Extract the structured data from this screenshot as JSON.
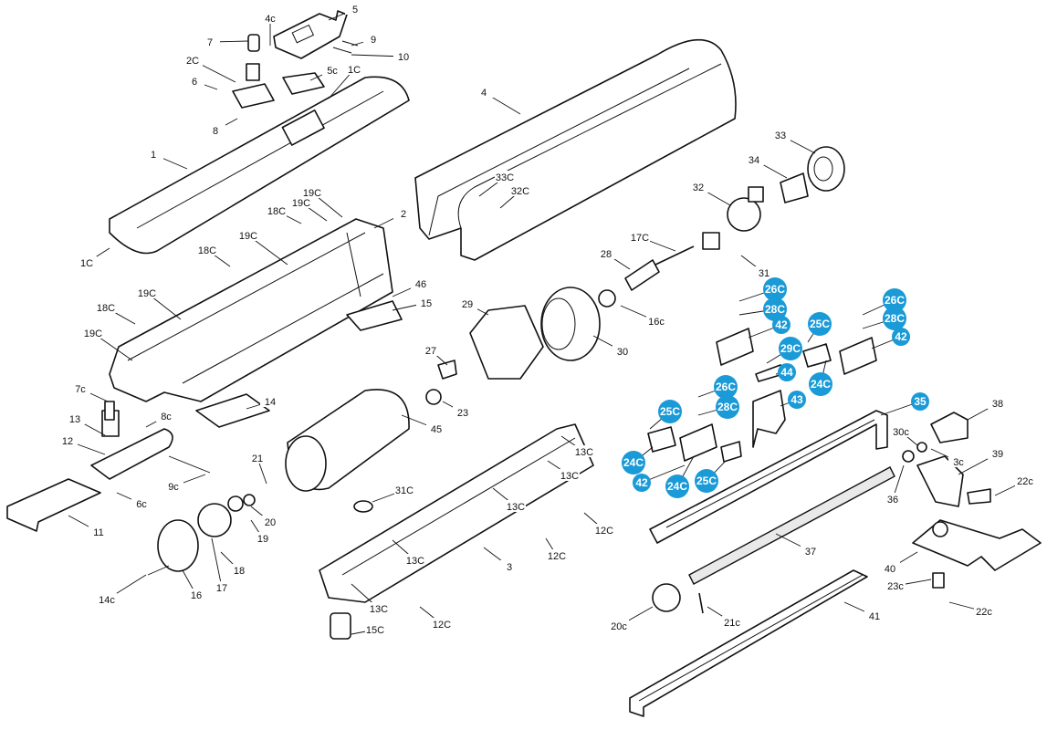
{
  "title": "Exploded parts diagram",
  "badge_color": "#1a9ad6",
  "labels": [
    "5",
    "4c",
    "7",
    "9",
    "10",
    "2C",
    "5c",
    "1C",
    "6",
    "8",
    "4",
    "1",
    "33",
    "34",
    "33C",
    "32C",
    "19C",
    "19C",
    "18C",
    "2",
    "32",
    "17C",
    "19C",
    "18C",
    "28",
    "31",
    "1C",
    "46",
    "19C",
    "15",
    "29",
    "18C",
    "16c",
    "19C",
    "27",
    "30",
    "7c",
    "14",
    "23",
    "13",
    "8c",
    "45",
    "12",
    "21",
    "9c",
    "13C",
    "13C",
    "13C",
    "31C",
    "6c",
    "20",
    "12C",
    "11",
    "19",
    "12C",
    "13C",
    "3",
    "18",
    "14c",
    "16",
    "17",
    "13C",
    "12C",
    "15C",
    "38",
    "30c",
    "3c",
    "39",
    "22c",
    "36",
    "37",
    "40",
    "23c",
    "22c",
    "41",
    "21c",
    "20c"
  ],
  "badges": [
    "26C",
    "28C",
    "42",
    "26C",
    "28C",
    "42",
    "25C",
    "29C",
    "44",
    "24C",
    "26C",
    "28C",
    "43",
    "25C",
    "35",
    "24C",
    "42",
    "24C",
    "25C"
  ]
}
